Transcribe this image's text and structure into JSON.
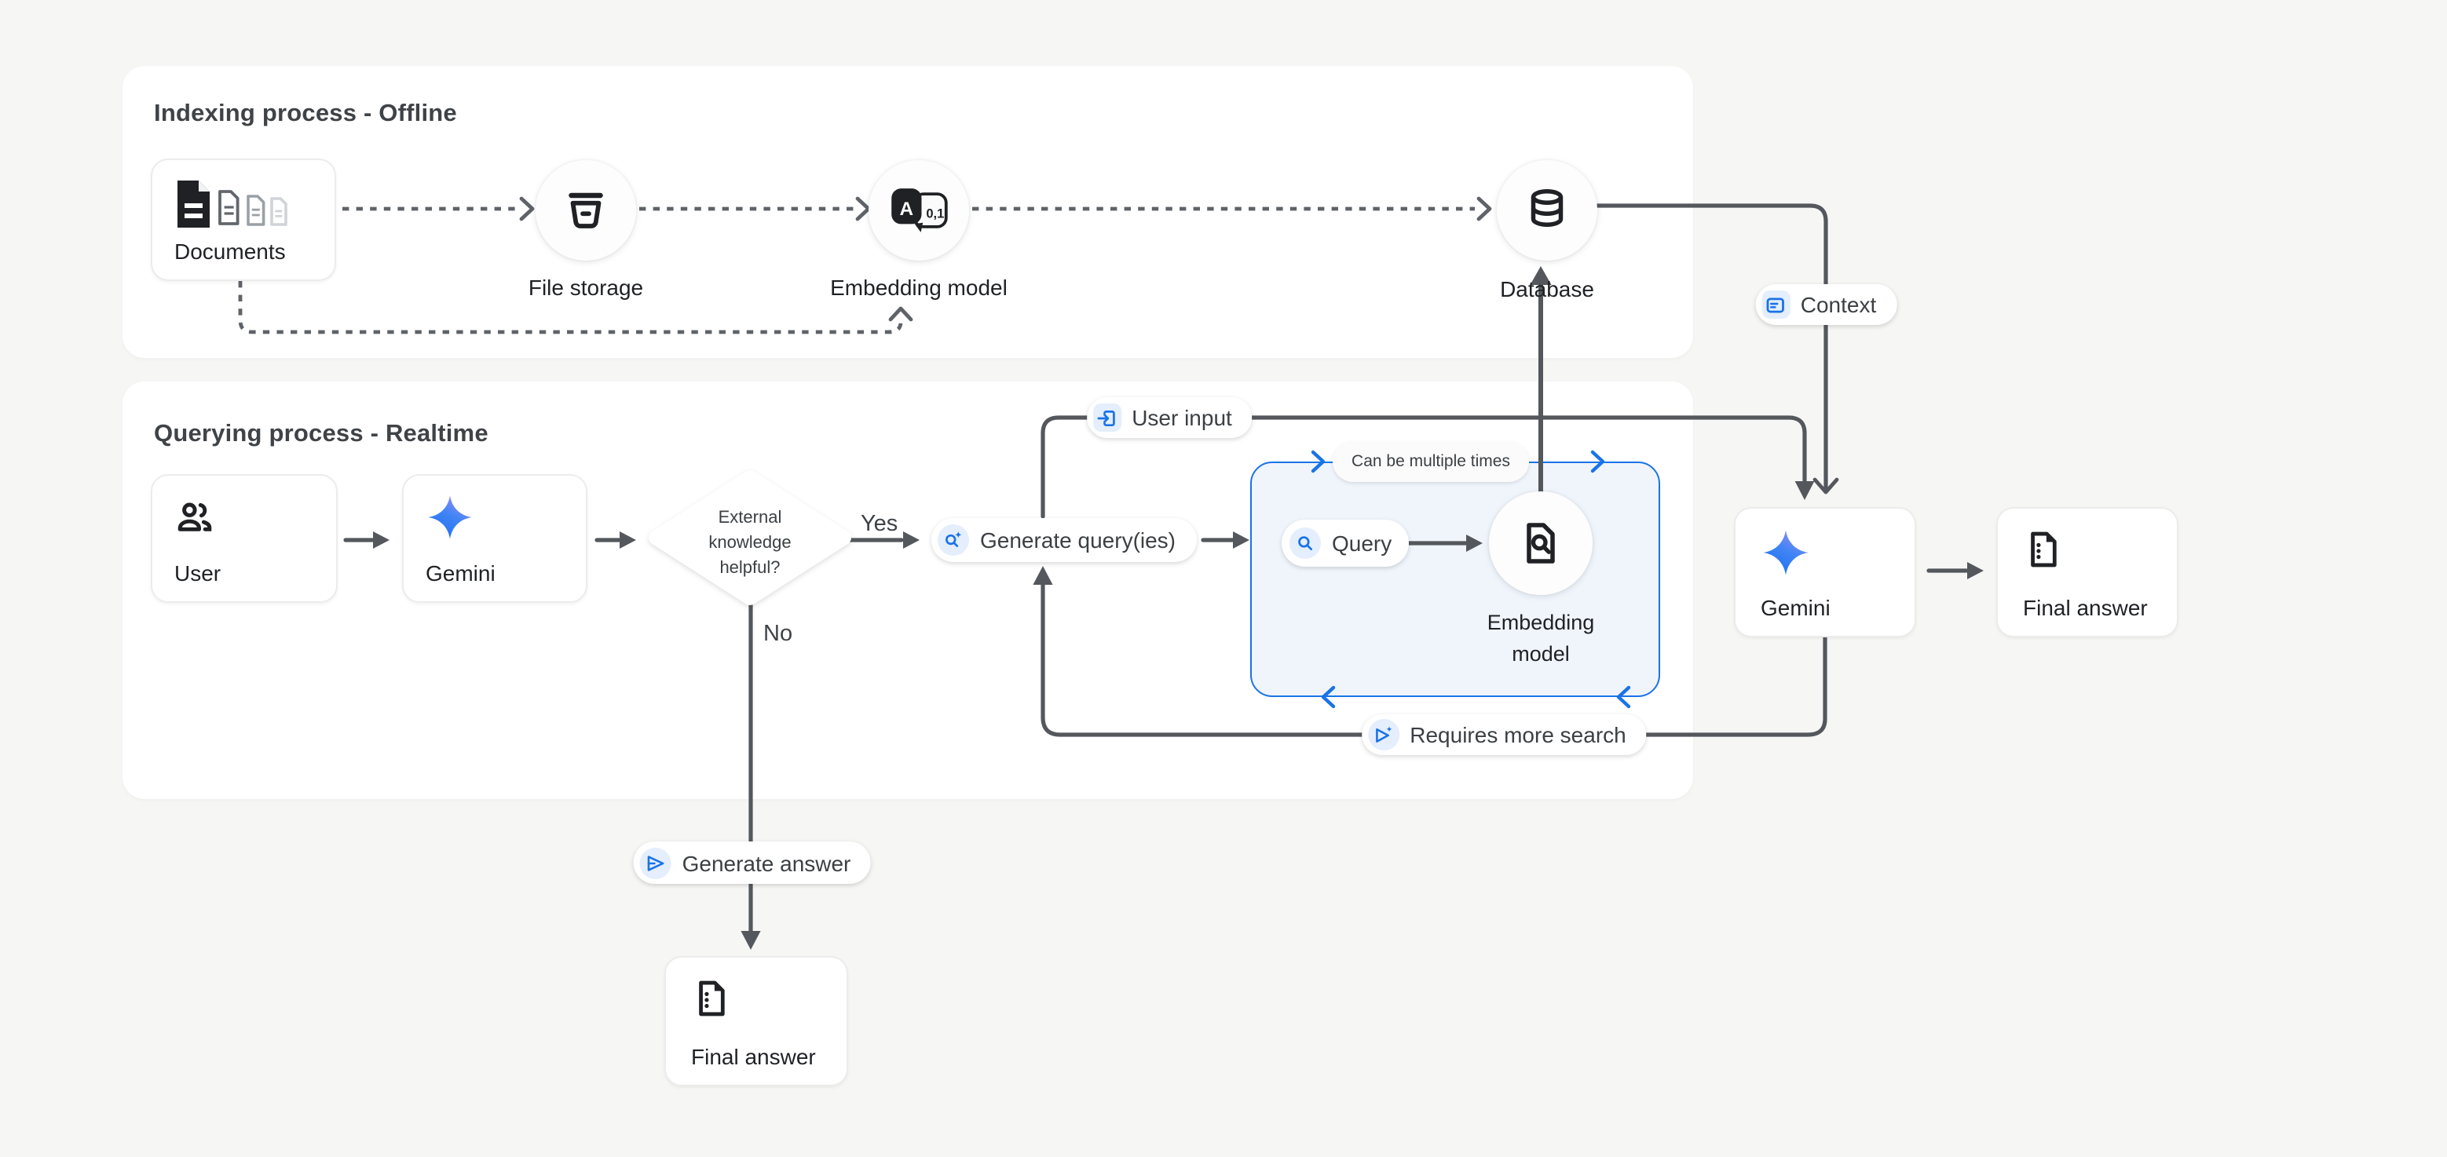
{
  "page": {
    "background": "#f6f6f4"
  },
  "colors": {
    "accent_blue": "#1a73e8",
    "chip_blue_bg": "#e4eefc",
    "loop_box_fill": "#f0f5fc",
    "solid_line": "#54585d",
    "dashed_line": "#5f6368",
    "ink": "#202124",
    "title_ink": "#3f4347",
    "panel_bg": "#ffffff",
    "page_bg": "#f6f6f4",
    "gemini_star_gradient": [
      "#217bfe",
      "#9a8cf8"
    ]
  },
  "panels": {
    "indexing": {
      "title": "Indexing process - Offline"
    },
    "querying": {
      "title": "Querying process - Realtime"
    }
  },
  "nodes": {
    "documents": {
      "label": "Documents"
    },
    "file_storage": {
      "label": "File storage"
    },
    "embedding_model_offline": {
      "label": "Embedding model",
      "icon_letter": "A",
      "icon_digits": "0,1"
    },
    "database": {
      "label": "Database"
    },
    "user": {
      "label": "User"
    },
    "gemini_query": {
      "label": "Gemini"
    },
    "decision": {
      "text": "External\nknowledge\nhelpful?"
    },
    "generate_queries": {
      "label": "Generate query(ies)"
    },
    "query": {
      "label": "Query"
    },
    "embedding_model_realtime": {
      "label": "Embedding\nmodel"
    },
    "gemini_answer": {
      "label": "Gemini"
    },
    "final_answer_right": {
      "label": "Final answer"
    },
    "final_answer_bottom": {
      "label": "Final answer"
    }
  },
  "badges": {
    "context": {
      "label": "Context"
    },
    "user_input": {
      "label": "User input"
    },
    "can_be_multiple_times": {
      "label": "Can be multiple times"
    },
    "requires_more_search": {
      "label": "Requires more search"
    },
    "generate_answer": {
      "label": "Generate answer"
    }
  },
  "edge_labels": {
    "yes": "Yes",
    "no": "No"
  },
  "icons": {
    "documents": "document-stack-icon",
    "file_storage": "storage-bucket-icon",
    "embedding_model_offline": "translate-a-to-01-icon",
    "database": "database-cylinder-icon",
    "user": "people-icon",
    "gemini": "gemini-spark-icon",
    "generate_queries": "search-spark-icon",
    "query": "search-icon",
    "embedding_model_realtime": "document-search-icon",
    "final_answer": "summary-document-icon",
    "context": "card-text-icon",
    "user_input": "input-arrow-icon",
    "requires_more_search": "send-spark-icon",
    "generate_answer": "send-icon"
  }
}
